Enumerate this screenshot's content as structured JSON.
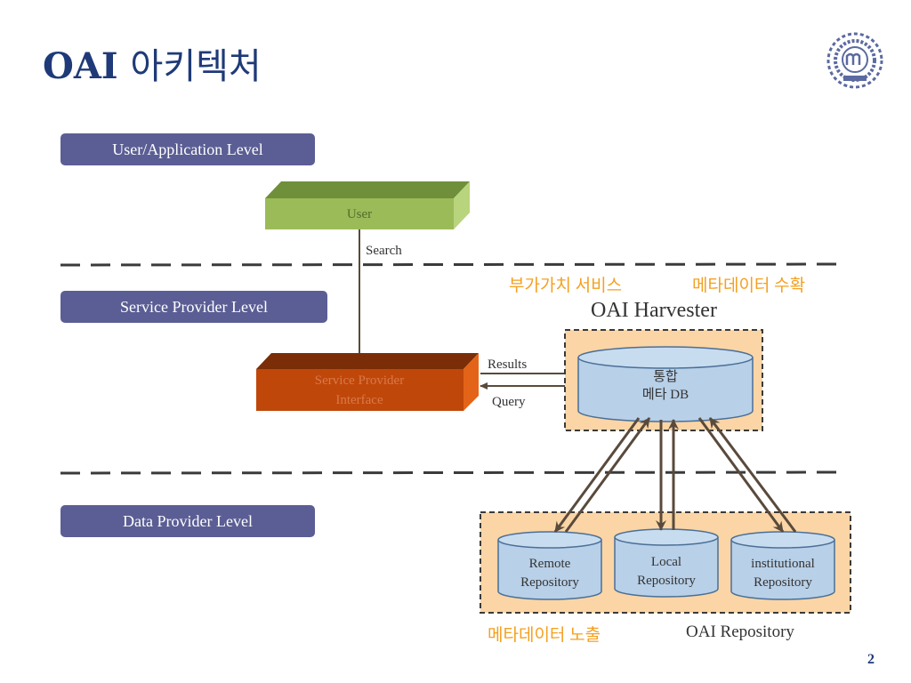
{
  "title": {
    "latin": "OAI",
    "korean": "아키텍처"
  },
  "levels": {
    "user_app": "User/Application Level",
    "service_provider": "Service Provider Level",
    "data_provider": "Data Provider Level"
  },
  "nodes": {
    "user": "User",
    "spi_line1": "Service Provider",
    "spi_line2": "Interface",
    "meta_db_line1": "통합",
    "meta_db_line2": "메타 DB",
    "remote_line1": "Remote",
    "remote_line2": "Repository",
    "local_line1": "Local",
    "local_line2": "Repository",
    "inst_line1": "institutional",
    "inst_line2": "Repository"
  },
  "edges": {
    "search": "Search",
    "results": "Results",
    "query": "Query"
  },
  "annotations": {
    "value_added_service": "부가가치 서비스",
    "metadata_harvest": "메타데이터 수확",
    "oai_harvester": "OAI Harvester",
    "metadata_exposure": "메타데이터 노출",
    "oai_repository": "OAI Repository"
  },
  "colors": {
    "title": "#1f3a78",
    "level_label_bg": "#5b5e94",
    "user_box": "#9bbb59",
    "spi_box": "#c0470a",
    "db_fill": "#b8d0e8",
    "harvest_panel": "#fbd5a5",
    "orange_text": "#f4a020"
  },
  "page_number": "2"
}
